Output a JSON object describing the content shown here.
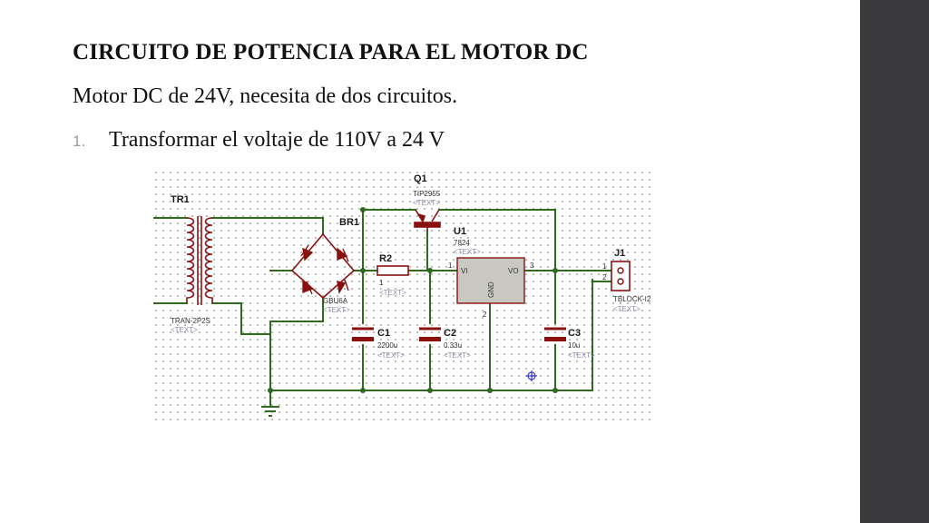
{
  "slide": {
    "title": "CIRCUITO DE POTENCIA PARA EL MOTOR DC",
    "subtitle": "Motor DC de 24V, necesita de dos circuitos.",
    "list": [
      {
        "number": "1.",
        "text": "Transformar el voltaje de 110V a 24 V"
      }
    ]
  },
  "schematic": {
    "grid_color": "#b9b9b9",
    "wire_color": "#2e6b1e",
    "part_color": "#8a1010",
    "hidden_text": "<TEXT>",
    "components": {
      "tr1": {
        "ref": "TR1",
        "value": "TRAN-2P2S"
      },
      "br1": {
        "ref": "BR1",
        "value": "GBU6A"
      },
      "q1": {
        "ref": "Q1",
        "value": "TIP2955"
      },
      "r2": {
        "ref": "R2",
        "value": "1"
      },
      "u1": {
        "ref": "U1",
        "value": "7824",
        "pin_vi": "VI",
        "pin_vo": "VO",
        "pin_gnd": "GND",
        "pin1": "1",
        "pin2": "2",
        "pin3": "3"
      },
      "j1": {
        "ref": "J1",
        "value": "TBLOCK-I2",
        "pin1": "1",
        "pin2": "2"
      },
      "c1": {
        "ref": "C1",
        "value": "2200u"
      },
      "c2": {
        "ref": "C2",
        "value": "0.33u"
      },
      "c3": {
        "ref": "C3",
        "value": "10u"
      }
    }
  }
}
